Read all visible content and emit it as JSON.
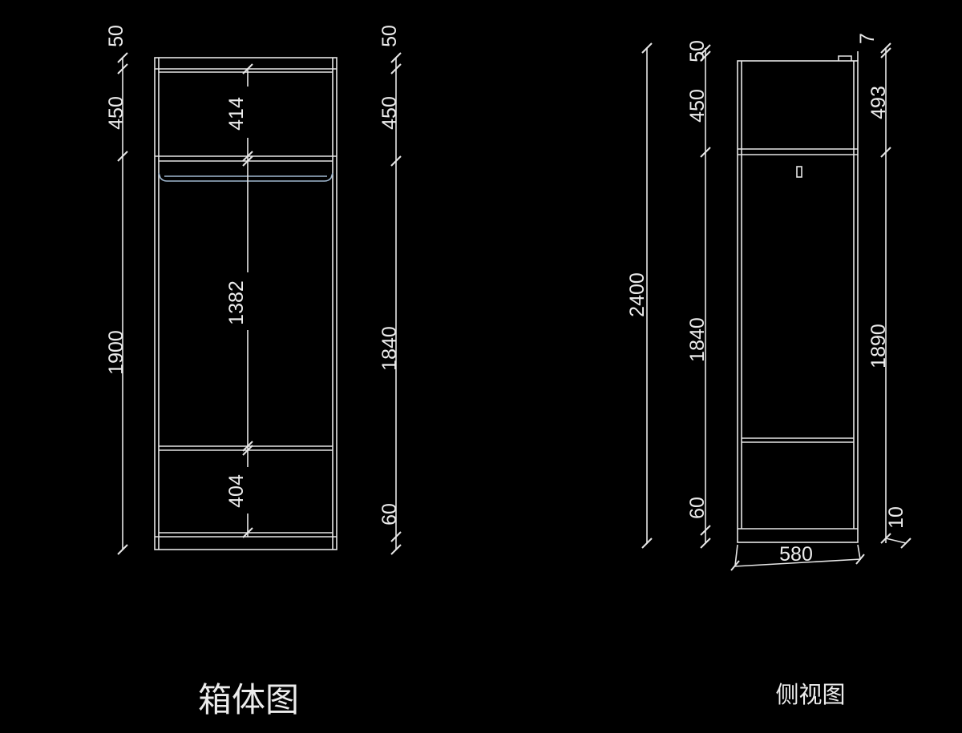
{
  "titles": {
    "front": "箱体图",
    "side": "侧视图"
  },
  "front_view": {
    "left_dims": {
      "top": "50",
      "upper": "450",
      "total": "1900"
    },
    "inner_dims": {
      "top_space": "414",
      "hanging_space": "1382",
      "bottom_space": "404"
    },
    "right_dims": {
      "top": "50",
      "upper": "450",
      "main": "1840",
      "base": "60"
    }
  },
  "side_view": {
    "left_dims": {
      "total_height": "2400",
      "top": "50",
      "upper": "450",
      "main": "1840",
      "base": "60"
    },
    "right_dims": {
      "top_offset": "7",
      "upper": "493",
      "main": "1890",
      "bottom_offset": "10"
    },
    "depth": "580"
  },
  "colors": {
    "background": "#000000",
    "line": "#e6e6e6",
    "hanging_rail": "#9fb7cf"
  }
}
